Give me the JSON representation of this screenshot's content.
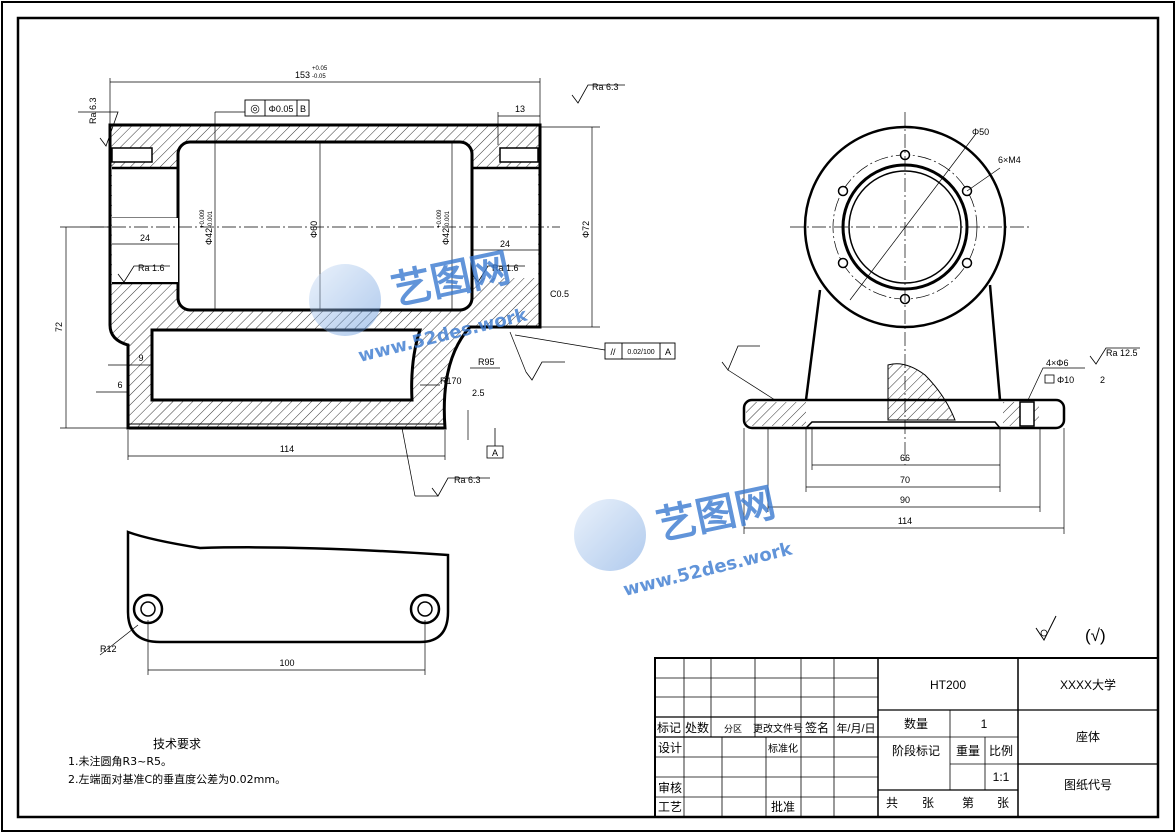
{
  "views": {
    "front": {
      "dims": {
        "overall_len": "153",
        "overall_tol_up": "+0.05",
        "overall_tol_dn": "-0.05",
        "right_13": "13",
        "left_24": "24",
        "right_24": "24",
        "bore_left": "Φ42",
        "bore_left_tol_up": "+0.009",
        "bore_left_tol_dn": "-0.001",
        "bore_center": "Φ60",
        "bore_right": "Φ42",
        "bore_right_tol_up": "+0.009",
        "bore_right_tol_dn": "-0.001",
        "height_72_left": "72",
        "height_72_right": "Φ72",
        "d9": "9",
        "d6": "6",
        "r95": "R95",
        "r170": "R170",
        "d25": "2.5",
        "base_114": "114",
        "chamfer": "C0.5"
      },
      "rough": {
        "top_left": "Ra 6.3",
        "top_right": "Ra 6.3",
        "inner_left": "Ra 1.6",
        "inner_right": "Ra 1.6",
        "bottom": "Ra 6.3"
      },
      "fcf_conc": {
        "sym": "◎",
        "val": "Φ0.05",
        "ref": "B"
      },
      "fcf_par": {
        "sym": "//",
        "val": "0.02/100",
        "ref": "A"
      },
      "datum_a": "A"
    },
    "side": {
      "dims": {
        "d50": "Φ50",
        "m4": "6×M4",
        "d66": "66",
        "d70": "70",
        "d90": "90",
        "d114": "114",
        "holes": "4×Φ6",
        "cbore": "Φ10",
        "cbore_depth": "2"
      },
      "rough": {
        "right": "Ra 12.5"
      }
    },
    "bottom": {
      "dims": {
        "r12": "R12",
        "d100": "100"
      }
    }
  },
  "watermark": {
    "name": "艺图网",
    "url": "www.52des.work"
  },
  "general_rough": "(√)",
  "tech_notes": {
    "title": "技术要求",
    "items": [
      "1.未注圆角R3~R5。",
      "2.左端面对基准C的垂直度公差为0.02mm。"
    ]
  },
  "title_block": {
    "material": "HT200",
    "school": "XXXX大学",
    "part_name": "座体",
    "drawing_code": "图纸代号",
    "qty_label": "数量",
    "qty_value": "1",
    "stage_label": "阶段标记",
    "weight_label": "重量",
    "scale_label": "比例",
    "scale_value": "1:1",
    "sheets_total": "共",
    "sheet_unit1": "张",
    "sheet_no": "第",
    "sheet_unit2": "张",
    "rev_headers": [
      "标记",
      "处数",
      "分区",
      "更改文件号",
      "签名",
      "年/月/日"
    ],
    "design": "设计",
    "standard": "标准化",
    "review": "审核",
    "process": "工艺",
    "approve": "批准"
  }
}
